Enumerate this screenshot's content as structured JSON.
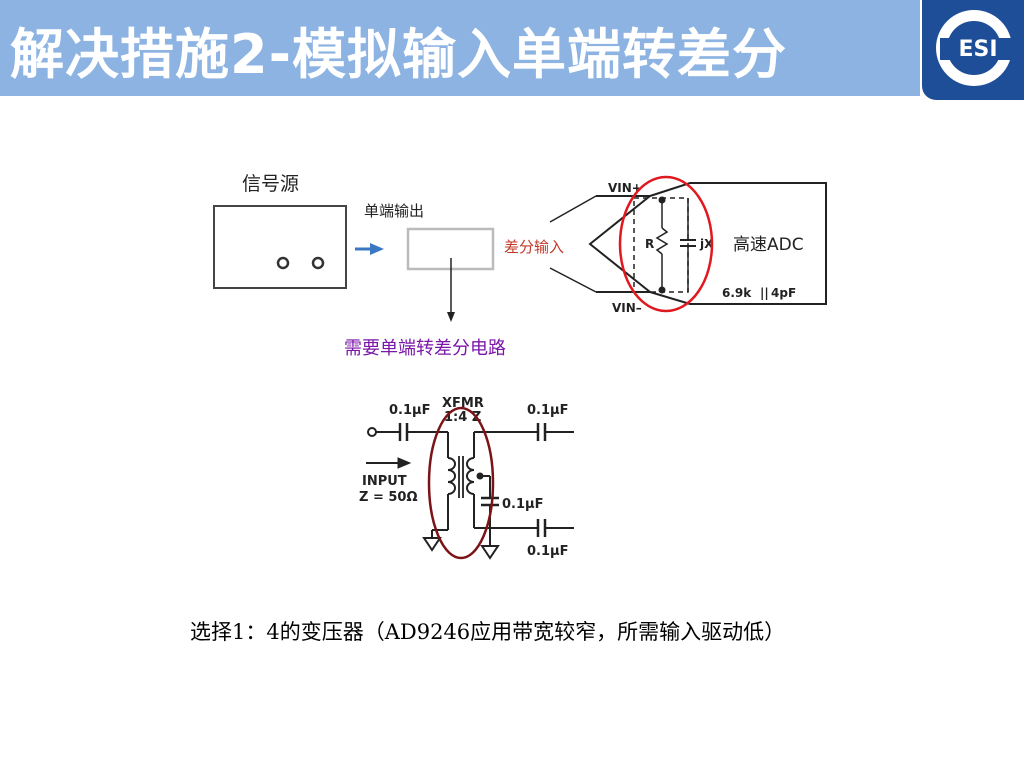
{
  "slide": {
    "title": "解决措施2-模拟输入单端转差分",
    "logo_text": "ESI",
    "caption": "选择1：4的变压器（AD9246应用带宽较窄，所需输入驱动低）"
  },
  "top_diagram": {
    "source_label": "信号源",
    "single_output_label": "单端输出",
    "diff_input_label": "差分输入",
    "need_label": "需要单端转差分电路",
    "vin_plus": "VIN+",
    "vin_minus": "VIN–",
    "r_label": "R",
    "jx_label": "jX",
    "adc_label": "高速ADC",
    "impedance_label": "6.9k",
    "cap_label": "4pF",
    "parallel_mark": "||"
  },
  "bottom_diagram": {
    "cap_in": "0.1µF",
    "xfmr_label": "XFMR",
    "ratio_label": "1:4 Z",
    "cap_out_top": "0.1µF",
    "input_label": "INPUT",
    "impedance_label": "Z = 50Ω",
    "cap_center": "0.1µF",
    "cap_out_bottom": "0.1µF"
  },
  "colors": {
    "title_bg": "#8db3e2",
    "logo_bg": "#1f4e98",
    "highlight_red": "#e0191f",
    "dark_red": "#7b1416",
    "label_purple": "#7b16a8",
    "diff_label": "#c0392b",
    "arrow_blue": "#3a78c3"
  }
}
